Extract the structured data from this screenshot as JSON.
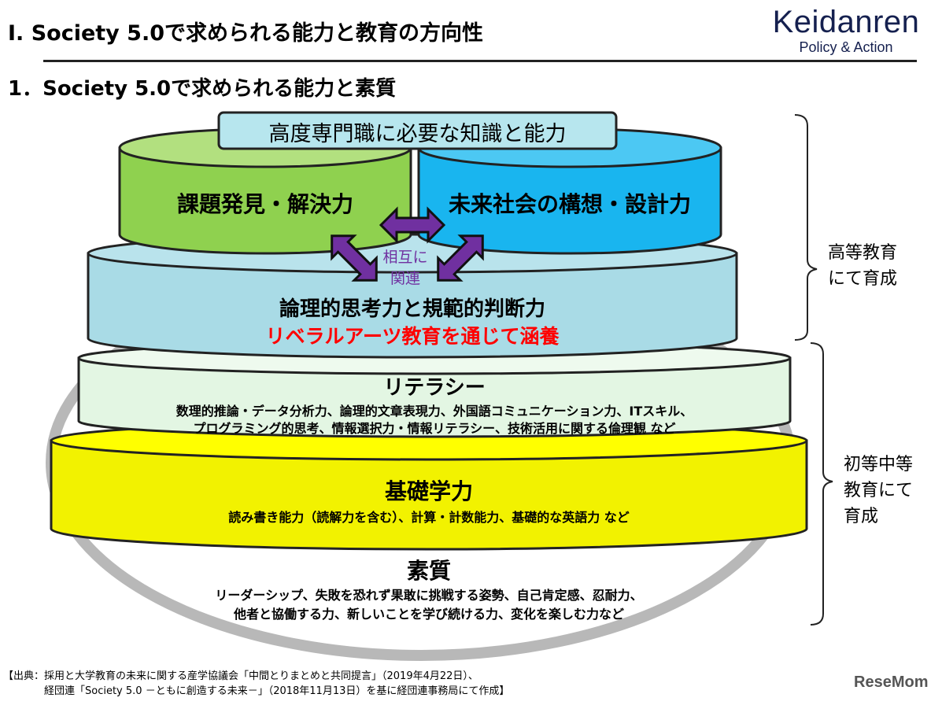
{
  "header": {
    "title": "Ⅰ. Society 5.0で求められる能力と教育の方向性",
    "subtitle": "1．Society 5.0で求められる能力と素質",
    "logo_main": "Keidanren",
    "logo_sub": "Policy & Action"
  },
  "diagram": {
    "top_label": "高度専門職に必要な知識と能力",
    "left_cylinder": "課題発見・解決力",
    "right_cylinder": "未来社会の構想・設計力",
    "relation_label_1": "相互に",
    "relation_label_2": "関連",
    "logic_title": "論理的思考力と規範的判断力",
    "logic_sub": "リベラルアーツ教育を通じて涵養",
    "literacy_title": "リテラシー",
    "literacy_line1": "数理的推論・データ分析力、論理的文章表現力、外国語コミュニケーション力、ITスキル、",
    "literacy_line2": "プログラミング的思考、情報選択力・情報リテラシー、技術活用に関する倫理観  など",
    "basic_title": "基礎学力",
    "basic_line1": "読み書き能力（読解力を含む）、計算・計数能力、基礎的な英語力  など",
    "qualities_title": "素質",
    "qualities_line1": "リーダーシップ、失敗を恐れず果敢に挑戦する姿勢、自己肯定感、忍耐力、",
    "qualities_line2": "他者と協働する力、新しいことを学び続ける力、変化を楽しむ力など",
    "higher_ed_1": "高等教育",
    "higher_ed_2": "にて育成",
    "primary_ed_1": "初等中等",
    "primary_ed_2": "教育にて",
    "primary_ed_3": "育成"
  },
  "colors": {
    "green": "#8fd14f",
    "blue": "#19b5ef",
    "light_blue": "#a9dbe6",
    "light_green": "#e3f6e3",
    "yellow": "#ffff00",
    "arrow_purple": "#7030a0",
    "accent_red": "#ff0000"
  },
  "footer": {
    "source_line1": "【出典：採用と大学教育の未来に関する産学協議会「中間とりまとめと共同提言」（2019年4月22日）、",
    "source_line2": "経団連「Society 5.0 －ともに創造する未来－」（2018年11月13日）を基に経団連事務局にて作成】",
    "watermark": "ReseMom"
  }
}
